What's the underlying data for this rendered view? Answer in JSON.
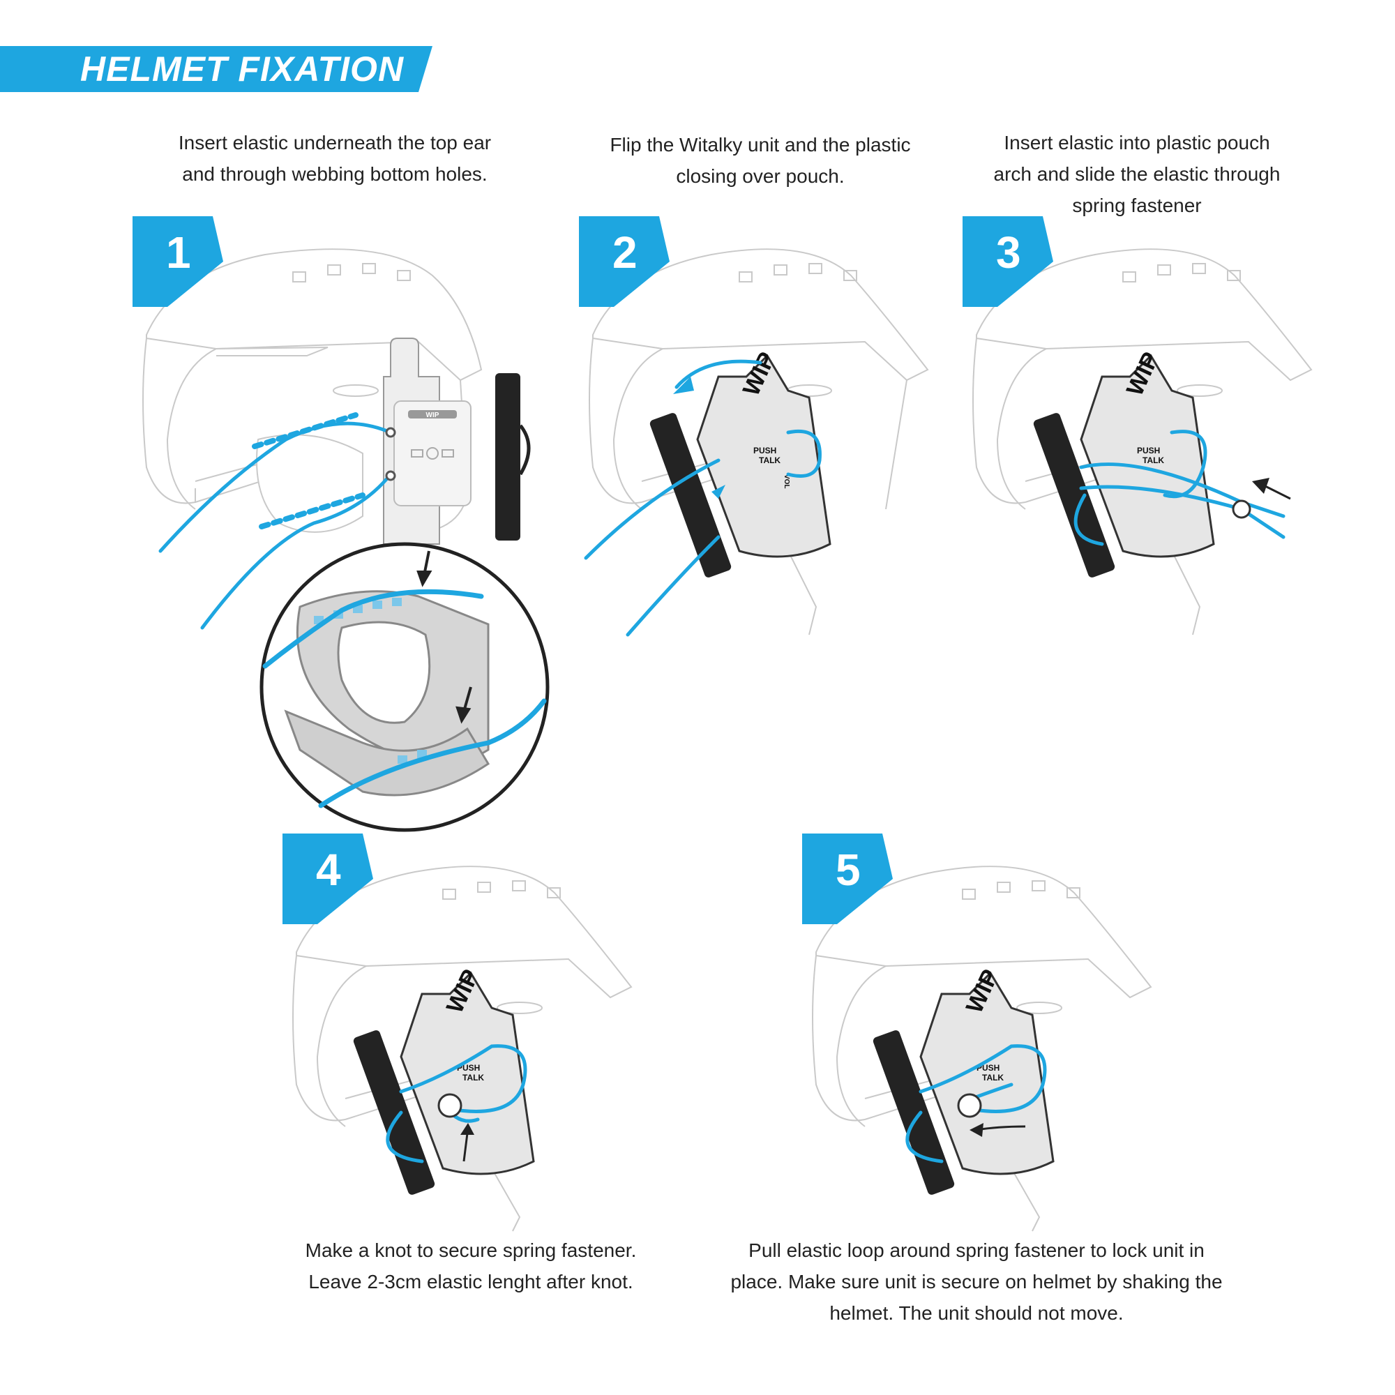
{
  "title": "HELMET FIXATION",
  "colors": {
    "accent": "#1ea6e0",
    "outline": "#c9c9c9",
    "strap": "#232323",
    "pouch": "#e6e6e6"
  },
  "device": {
    "brand": "WIP",
    "ptt": "PUSH",
    "ptt2": "TALK",
    "vol": "VOL"
  },
  "steps": [
    {
      "number": "1",
      "line1": "Insert elastic underneath the top ear",
      "line2": "and through webbing bottom holes.",
      "line3": ""
    },
    {
      "number": "2",
      "line1": "Flip the Witalky unit and the plastic",
      "line2": "closing over pouch.",
      "line3": ""
    },
    {
      "number": "3",
      "line1": "Insert elastic into plastic pouch",
      "line2": "arch and slide the elastic through",
      "line3": "spring fastener"
    },
    {
      "number": "4",
      "line1": "Make a knot to secure spring fastener.",
      "line2": "Leave 2-3cm elastic lenght after knot.",
      "line3": ""
    },
    {
      "number": "5",
      "line1": "Pull elastic loop around spring fastener to lock unit in",
      "line2": "place. Make sure unit is secure on helmet by shaking the",
      "line3": "helmet. The unit should not move."
    }
  ]
}
